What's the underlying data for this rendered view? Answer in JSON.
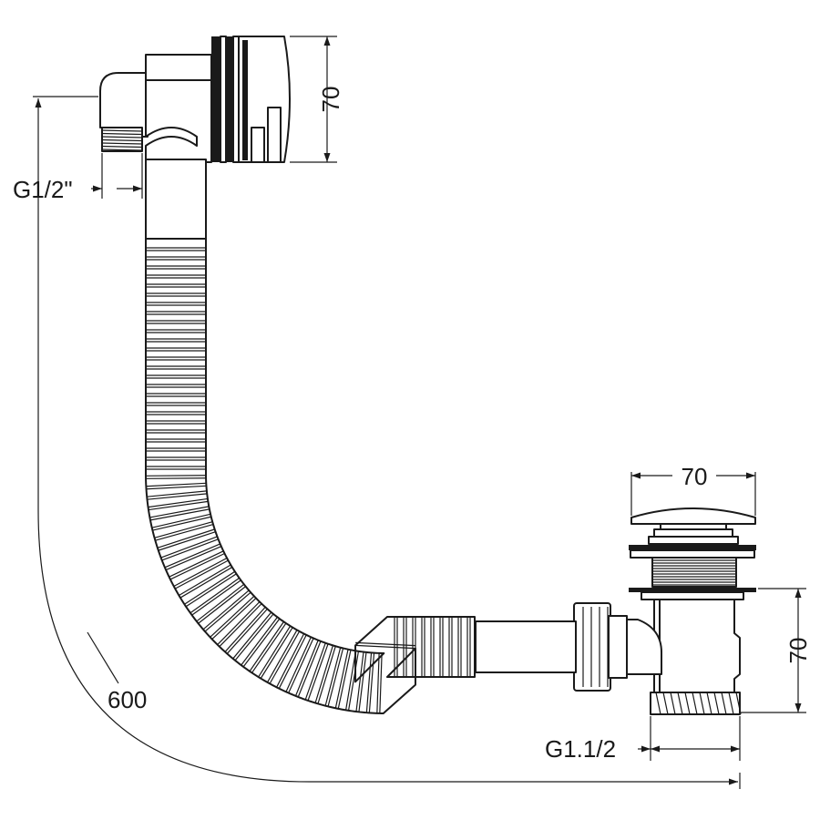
{
  "dimensions": {
    "overflow_height": "70",
    "overflow_thread": "G1/2\"",
    "waste_top_width": "70",
    "waste_height": "70",
    "waste_thread": "G1.1/2",
    "pipe_length": "600"
  },
  "colors": {
    "line": "#1a1a1a",
    "background": "#ffffff"
  }
}
